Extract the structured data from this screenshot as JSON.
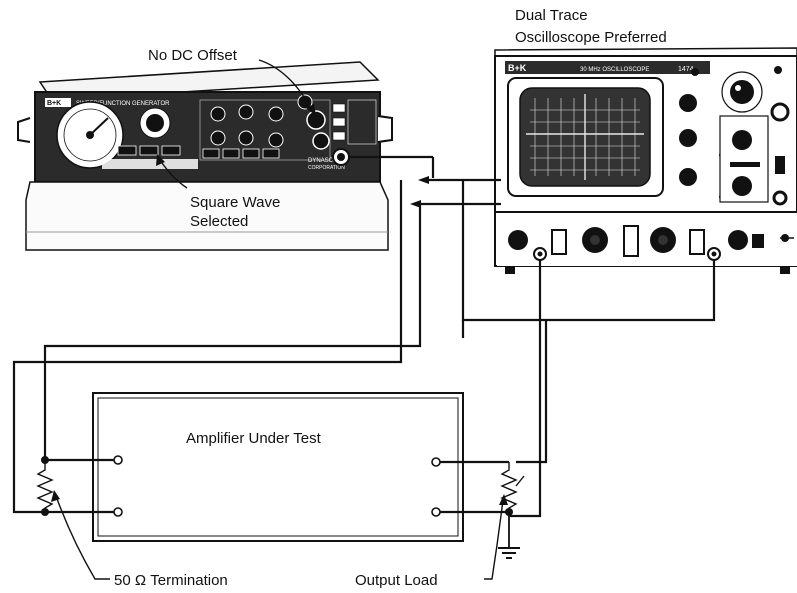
{
  "labels": {
    "no_dc_offset": "No DC Offset",
    "square_wave_line1": "Square Wave",
    "square_wave_line2": "Selected",
    "scope_line1": "Dual Trace",
    "scope_line2": "Oscilloscope Preferred",
    "amplifier": "Amplifier Under Test",
    "termination": "50 Ω Termination",
    "output_load": "Output Load"
  },
  "generator": {
    "brand": "B+K",
    "name": "SWEEP/FUNCTION GENERATOR",
    "maker_line1": "DYNASCAN",
    "maker_line2": "CORPORATION"
  },
  "oscilloscope": {
    "brand": "B+K",
    "title": "30 MHz OSCILLOSCOPE",
    "model": "1474"
  },
  "colors": {
    "ink": "#111111",
    "panel": "#2a2a2a",
    "paper": "#ffffff"
  }
}
